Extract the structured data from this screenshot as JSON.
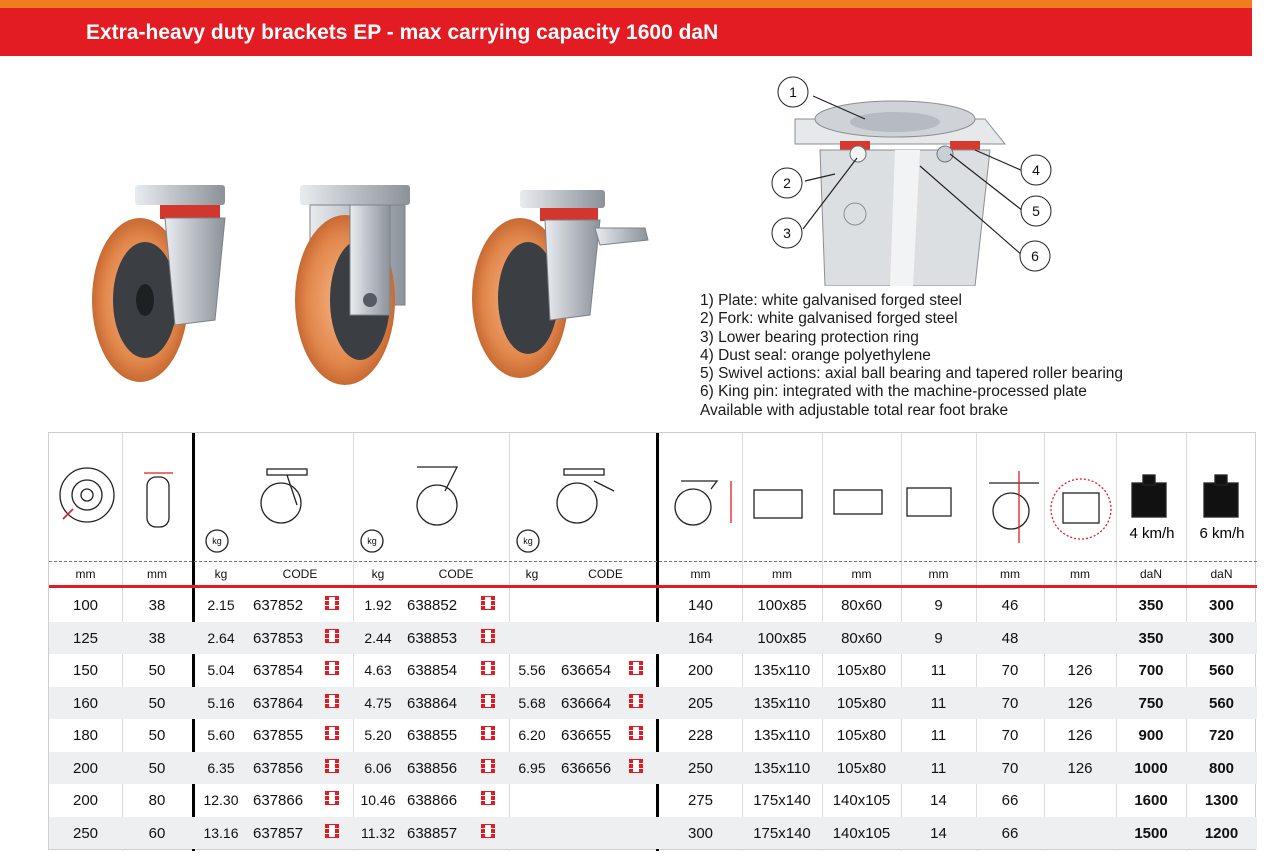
{
  "header": {
    "title": "Extra-heavy duty brackets EP - max carrying capacity 1600 daN"
  },
  "diagram": {
    "callouts": [
      "1",
      "2",
      "3",
      "4",
      "5",
      "6"
    ]
  },
  "legend": {
    "lines": [
      "1)  Plate: white galvanised forged steel",
      "2)  Fork: white galvanised forged steel",
      "3)  Lower bearing protection ring",
      "4)  Dust seal: orange polyethylene",
      "5)  Swivel actions: axial ball bearing and tapered roller bearing",
      "6)  King pin: integrated with the machine-processed plate",
      "Available with adjustable total rear foot brake"
    ]
  },
  "table": {
    "units": [
      "mm",
      "mm",
      "kg",
      "CODE",
      "kg",
      "CODE",
      "kg",
      "CODE",
      "mm",
      "mm",
      "mm",
      "mm",
      "mm",
      "mm",
      "daN",
      "daN"
    ],
    "speeds": [
      "4 km/h",
      "6 km/h"
    ],
    "weight_label": "kg",
    "rows": [
      [
        "100",
        "38",
        "2.15",
        "637852",
        "1.92",
        "638852",
        "",
        "",
        "140",
        "100x85",
        "80x60",
        "9",
        "46",
        "",
        "350",
        "300"
      ],
      [
        "125",
        "38",
        "2.64",
        "637853",
        "2.44",
        "638853",
        "",
        "",
        "164",
        "100x85",
        "80x60",
        "9",
        "48",
        "",
        "350",
        "300"
      ],
      [
        "150",
        "50",
        "5.04",
        "637854",
        "4.63",
        "638854",
        "5.56",
        "636654",
        "200",
        "135x110",
        "105x80",
        "11",
        "70",
        "126",
        "700",
        "560"
      ],
      [
        "160",
        "50",
        "5.16",
        "637864",
        "4.75",
        "638864",
        "5.68",
        "636664",
        "205",
        "135x110",
        "105x80",
        "11",
        "70",
        "126",
        "750",
        "560"
      ],
      [
        "180",
        "50",
        "5.60",
        "637855",
        "5.20",
        "638855",
        "6.20",
        "636655",
        "228",
        "135x110",
        "105x80",
        "11",
        "70",
        "126",
        "900",
        "720"
      ],
      [
        "200",
        "50",
        "6.35",
        "637856",
        "6.06",
        "638856",
        "6.95",
        "636656",
        "250",
        "135x110",
        "105x80",
        "11",
        "70",
        "126",
        "1000",
        "800"
      ],
      [
        "200",
        "80",
        "12.30",
        "637866",
        "10.46",
        "638866",
        "",
        "",
        "275",
        "175x140",
        "140x105",
        "14",
        "66",
        "",
        "1600",
        "1300"
      ],
      [
        "250",
        "60",
        "13.16",
        "637857",
        "11.32",
        "638857",
        "",
        "",
        "300",
        "175x140",
        "140x105",
        "14",
        "66",
        "",
        "1500",
        "1200"
      ]
    ]
  },
  "colors": {
    "brand_red": "#e31b23",
    "brand_orange": "#f07c1e",
    "row_alt": "#eeeff0"
  }
}
